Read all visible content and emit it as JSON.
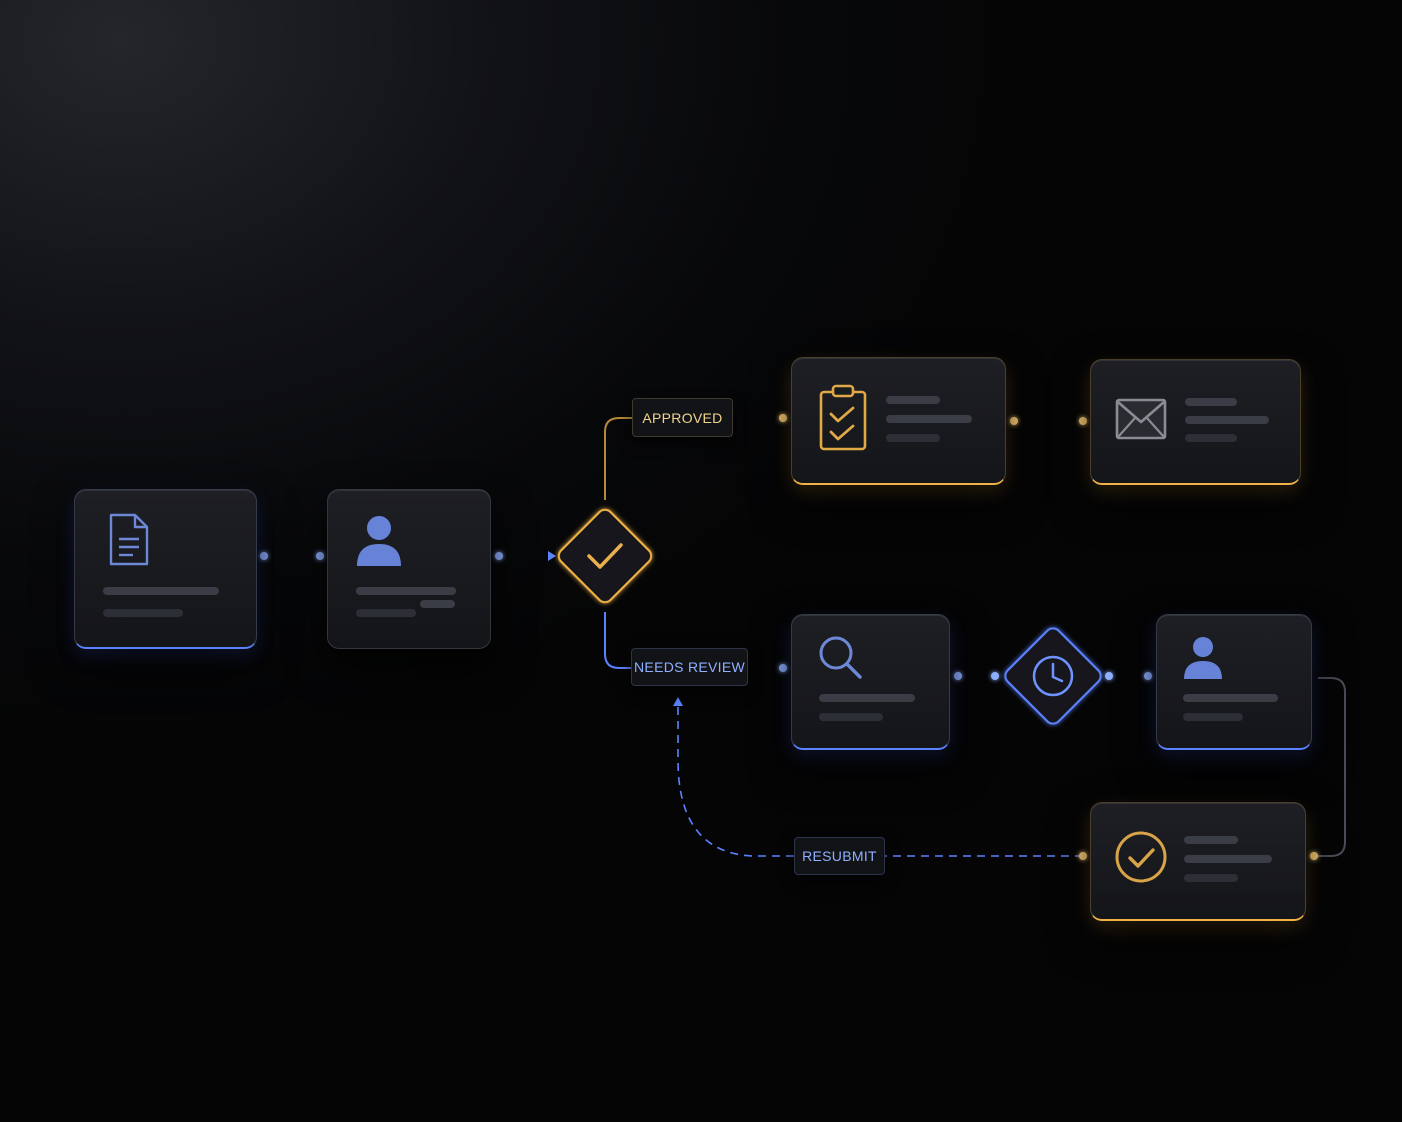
{
  "labels": {
    "approved": "APPROVED",
    "needs_review": "NEEDS REVIEW",
    "resubmit": "RESUBMIT"
  },
  "colors": {
    "blue": "#5b82ff",
    "gold": "#f0b246",
    "background": "#07080a"
  },
  "nodes": [
    {
      "id": "document",
      "icon": "document-icon"
    },
    {
      "id": "user",
      "icon": "user-icon"
    },
    {
      "id": "decision",
      "icon": "checkmark-icon"
    },
    {
      "id": "approved-task",
      "icon": "clipboard-check-icon"
    },
    {
      "id": "notify",
      "icon": "envelope-icon"
    },
    {
      "id": "review",
      "icon": "search-icon"
    },
    {
      "id": "wait",
      "icon": "clock-icon"
    },
    {
      "id": "reviewer",
      "icon": "user-icon"
    },
    {
      "id": "complete",
      "icon": "check-circle-icon"
    }
  ]
}
